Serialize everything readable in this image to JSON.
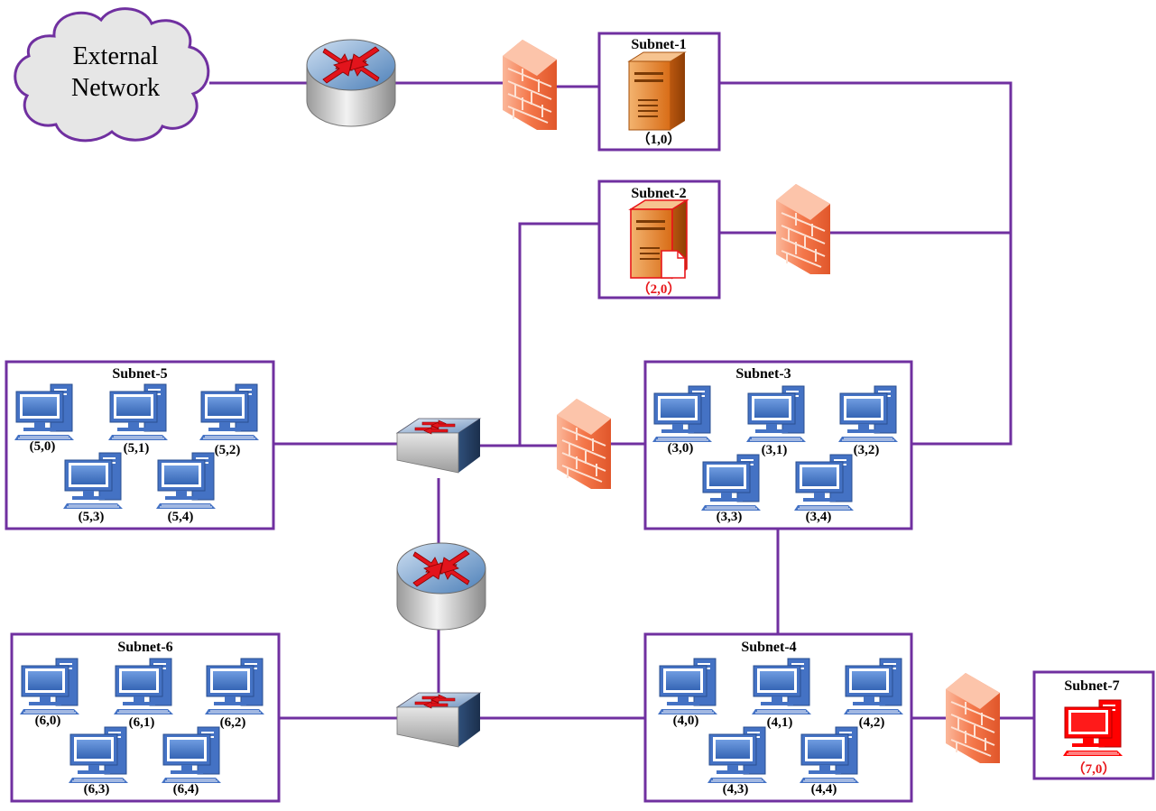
{
  "cloud": {
    "line1": "External",
    "line2": "Network"
  },
  "colors": {
    "link": "#7030a0",
    "box": "#7030a0",
    "host": "#4472c4",
    "compromised": "#ff0000",
    "firewall": "#f4774a"
  },
  "subnets": {
    "s1": {
      "title": "Subnet-1",
      "hosts": [
        {
          "label": "（1,0）"
        }
      ]
    },
    "s2": {
      "title": "Subnet-2",
      "hosts": [
        {
          "label": "（2,0）"
        }
      ]
    },
    "s3": {
      "title": "Subnet-3",
      "hosts": [
        {
          "label": "(3,0)"
        },
        {
          "label": "(3,1)"
        },
        {
          "label": "(3,2)"
        },
        {
          "label": "(3,3)"
        },
        {
          "label": "(3,4)"
        }
      ]
    },
    "s4": {
      "title": "Subnet-4",
      "hosts": [
        {
          "label": "(4,0)"
        },
        {
          "label": "(4,1)"
        },
        {
          "label": "(4,2)"
        },
        {
          "label": "(4,3)"
        },
        {
          "label": "(4,4)"
        }
      ]
    },
    "s5": {
      "title": "Subnet-5",
      "hosts": [
        {
          "label": "(5,0)"
        },
        {
          "label": "(5,1)"
        },
        {
          "label": "(5,2)"
        },
        {
          "label": "(5,3)"
        },
        {
          "label": "(5,4)"
        }
      ]
    },
    "s6": {
      "title": "Subnet-6",
      "hosts": [
        {
          "label": "(6,0)"
        },
        {
          "label": "(6,1)"
        },
        {
          "label": "(6,2)"
        },
        {
          "label": "(6,3)"
        },
        {
          "label": "(6,4)"
        }
      ]
    },
    "s7": {
      "title": "Subnet-7",
      "hosts": [
        {
          "label": "（7,0）"
        }
      ]
    }
  }
}
